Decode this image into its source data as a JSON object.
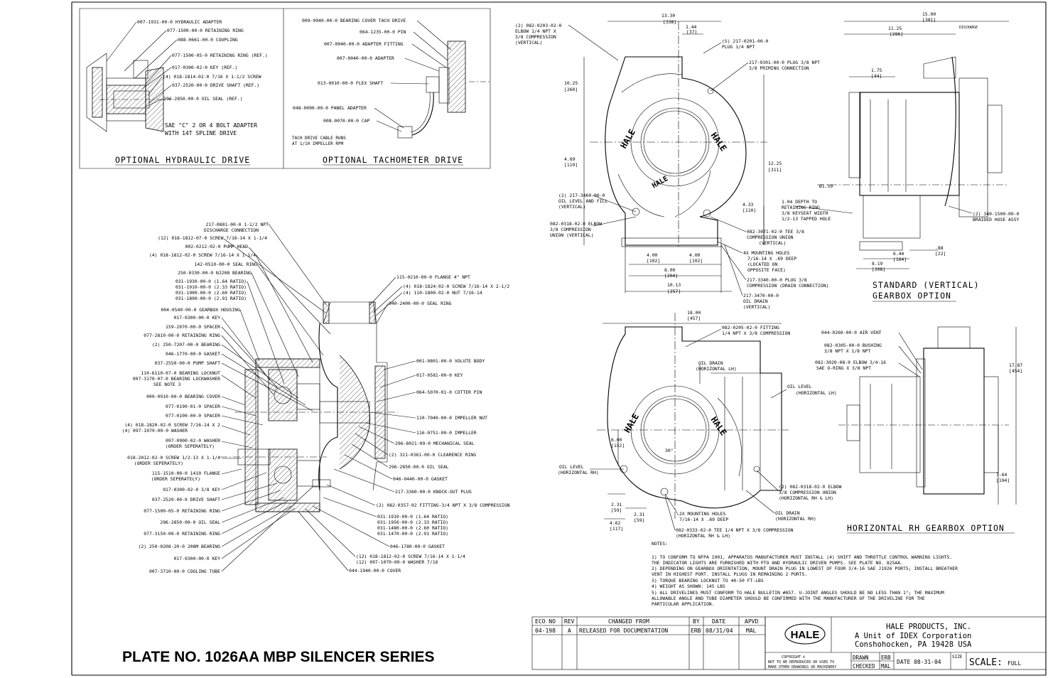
{
  "hydraulic": {
    "title": "OPTIONAL HYDRAULIC DRIVE",
    "labels": [
      "007-1931-00-0 HYDRAULIC ADAPTER",
      "077-1500-00-0 RETAINING RING",
      "088-0661-00-0 COUPLING",
      "077-1500-05-0 RETAINING RING (REF.)",
      "017-0300-02-0 KEY (REF.)",
      "(4) 018-1814-02-0 7/16 X 1-1/2 SCREW",
      "037-2520-00-0 DRIVE SHAFT (REF.)",
      "296-2850-00-0 OIL SEAL (REF.)"
    ],
    "note1": "SAE \"C\" 2 OR 4 BOLT ADAPTER",
    "note2": "WITH 14T SPLINE DRIVE"
  },
  "tach": {
    "title": "OPTIONAL TACHOMETER DRIVE",
    "labels": [
      "009-0940-00-0 BEARING COVER TACH DRIVE",
      "064-1235-00-0 PIN",
      "007-0040-00-0 ADAPTER FITTING",
      "007-0040-00-0 ADAPTER",
      "013-0010-00-0 FLEX SHAFT",
      "048-0090-00-0 PANEL ADAPTER",
      "008-0070-00-0 CAP"
    ],
    "note1": "TACH DRIVE CABLE RUNS",
    "note2": "AT 1/10 IMPELLER RPM"
  },
  "section_left": [
    "217-0801-00-0 1-1/2 NPT",
    "DISCHARGE CONNECTION",
    "(12) 018-1812-07-0 SCREW 7/16-14 X 1-1/4",
    "002-0212-02-0 PUMP HEAD",
    "(4) 018-1812-02-0 SCREW 7/16-14 X 1-1/4",
    "142-0510-00-0 SEAL RING",
    "250-0330-00-0 NJ208 BEARING",
    "031-1930-00-0 (1.64 RATIO)",
    "031-1910-00-0 (2.33 RATIO)",
    "031-1900-00-0 (2.60 RATIO)",
    "031-1890-00-0 (2.91 RATIO)",
    "004-0540-00-0 GEARBOX HOUSING",
    "017-0300-00-0 KEY",
    "159-2070-00-0 SPACER",
    "077-2810-00-0 RETAINING RING",
    "(2) 250-7207-00-0 BEARING",
    "046-1770-00-0 GASKET",
    "037-2550-00-0 PUMP SHAFT",
    "110-6110-07-0 BEARING LOCKNUT",
    "007-3170-07-0 BEARING LOCKWASHER",
    "SEE NOTE 3",
    "009-0910-00-0 BEARING COVER",
    "077-0190-01-0 SPACER",
    "077-0100-00-0 SPACER",
    "(4) 018-1820-02-0 SCREW 7/16-14 X 2",
    "(4) 097-1070-00-0 WASHER",
    "097-0900-02-0 WASHER",
    "(ORDER SEPERATELY)",
    "018-2012-02-0 SCREW 1/2-13 X 1-1/4",
    "(ORDER SEPERATELY)",
    "115-1510-00-0 1410 FLANGE",
    "(ORDER SEPERATELY)",
    "017-0300-02-0 3/8 KEY",
    "037-2520-00-0 DRIVE SHAFT",
    "077-1500-05-0 RETAINING RING",
    "296-2850-00-0 OIL SEAL",
    "077-3150-00-0 RETAINING RING",
    "(2) 250-0208-20-0 208M BEARING",
    "017-0300-00-0 KEY",
    "007-3710-00-0 COOLING TUBE"
  ],
  "section_right": [
    "115-0210-00-0 FLANGE 4\" NPT",
    "(4) 018-1824-02-0 SCREW 7/16-14 X 2-1/2",
    "(4) 110-1800-02-0 NUT 7/16-14",
    "040-2400-00-0 SEAL RING",
    "001-0801-00-0 VOLUTE BODY",
    "017-0581-00-0 KEY",
    "064-5070-01-0 COTTER PIN",
    "110-7040-00-0 IMPELLER NUT",
    "116-0751-00-0 IMPELLER",
    "296-8021-09-0 MECHANICAL SEAL",
    "(2) 321-0361-00-0 CLEARENCE RING",
    "296-2850-00-0 OIL SEAL",
    "046-0440-00-0 GASKET",
    "217-3360-00-0 KNOCK-OUT PLUG",
    "(2) 082-0357-02 FITTING-3/4 NPT X 3/8 COMPRESSION",
    "031-1910-00-0 (1.64 RATIO)",
    "031-1950-00-0 (2.33 RATIO)",
    "031-1480-00-0 (2.60 RATIO)",
    "031-1470-00-0 (2.91 RATIO)",
    "046-1780-00-0 GASKET",
    "(12) 018-1812-02-0 SCREW 7/16-14 X 1-1/4",
    "(12) 097-1070-00-0 WASHER 7/16",
    "044-1940-00-0 COVER"
  ],
  "vertical_view": {
    "labels": [
      "(2) 082-0203-02-0",
      "ELBOW 1/4 NPT X",
      "3/8 COMPRESSION",
      "(VERTICAL)",
      "(S) 217-0201-00-0",
      "PLUG 1/4 NPT",
      "217-0301-00-0 PLUG 3/8 NPT",
      "3/8 PRIMING CONNECTION",
      "(2) 217-3460-00-0",
      "OIL LEVEL AND FILL",
      "(VERTICAL)",
      "082-0318-02-0 ELBOW",
      "3/8 COMPRESSION",
      "UNION (VERTICAL)",
      "082-3071-02-0 TEE 3/8",
      "COMPRESSION UNION",
      "(VERTICAL)",
      "4X MOUNTING HOLES",
      "7/16-14 X .69 DEEP",
      "(LOCATED ON",
      "OPPOSITE FACE)",
      "217-3340-00-0 PLUG 3/8",
      "COMPRESSION (DRAIN CONNECTION)",
      "217-3470-00-0",
      "OIL DRAIN",
      "(VERTICAL)"
    ],
    "dims": [
      "13.30",
      "[338]",
      "1.44",
      "[37]",
      "10.25",
      "[260]",
      "4.69",
      "[119]",
      "12.25",
      "[311]",
      "4.33",
      "[110]",
      "4.00",
      "[102]",
      "4.00",
      "[102]",
      "8.00",
      "[204]",
      "10.13",
      "[257]"
    ]
  },
  "vertical_side": {
    "title1": "STANDARD (VERTICAL)",
    "title2": "GEARBOX OPTION",
    "dims": [
      "15.00",
      "[381]",
      "11.25",
      "[286]",
      "1.75",
      "[44]",
      "Ø1.50",
      "6.44",
      "[164]",
      "8.19",
      "[208]",
      ".88",
      "[22]"
    ],
    "labels": [
      "DISCHARGE",
      "1.04 DEPTH TO",
      "RETAINING RING",
      "3/8 KEYSEAT WIDTH",
      "1/2-13 TAPPED HOLE",
      "(2) 340-1500-00-0",
      "BRAIDED HOSE ASSY"
    ]
  },
  "horizontal_view": {
    "labels": [
      "082-0205-02-0 FITTING",
      "1/4 NPT X 3/8 COMPRESSION",
      "OIL DRAIN",
      "(HORIZONTAL LH)",
      "OIL LEVEL",
      "(HORIZONTAL LH)",
      "OIL LEVEL",
      "(HORIZONTAL RH)",
      "(2) 082-0318-02-0 ELBOW",
      "3/8 COMPRESSION UNION",
      "(HORIZONTAL RH & LH)",
      "2X MOUNTING HOLES",
      "7/16-14 X .69 DEEP",
      "OIL DRAIN",
      "(HORIZONTAL RH)",
      "082-0333-02-0 TEE 1/4 NPT X 3/8 COMPRESSION",
      "(HORIZONTAL RH & LH)"
    ],
    "dims": [
      "18.00",
      "[457]",
      "6.00",
      "[152]",
      "30°",
      "2.31",
      "[59]",
      "2.31",
      "[59]",
      "4.62",
      "[117]"
    ]
  },
  "horizontal_side": {
    "title": "HORIZONTAL RH GEARBOX OPTION",
    "labels": [
      "044-0260-00-0 AIR VENT",
      "082-0305-00-0 BUSHING",
      "3/8 NPT X 1/8 NPT",
      "082-3020-08-0 ELBOW 3/4-16",
      "SAE O-RING X 3/8 NPT"
    ],
    "dims": [
      "17.87",
      "[454]",
      "7.64",
      "[194]"
    ]
  },
  "notes": [
    "NOTES:",
    "1) TO CONFORM TO NFPA 1901, APPARATUS MANUFACTURER MUST INSTALL (4) SHIFT AND THROTTLE CONTROL WARNING LIGHTS.",
    "   THE INDICATOR LIGHTS ARE FURNISHED WITH PTO AND HYDRAULIC DRIVEN PUMPS. SEE PLATE NO. 825AA.",
    "2) DEPENDING ON GEARBOX ORIENTATION, MOUNT DRAIN PLUG IN LOWEST OF FOUR 3/4-16 SAE J1926 PORTS; INSTALL BREATHER",
    "   VENT IN HIGHEST PORT.  INSTALL PLUGS IN REMAINING 2 PORTS.",
    "3) TORQUE BEARING LOCKNUT TO 40-50 FT-LBS",
    "4) WEIGHT AS SHOWN: 145 LBS",
    "5) ALL DRIVELINES MUST CONFORM TO HALE BULLETIN #857.  U-JOINT ANGLES SHOULD BE NO LESS THAN 1°; THE MAXIMUM",
    "   ALLOWABLE ANGLE AND TUBE DIAMETER SHOULD BE CONFIRMED WITH THE MANUFACTURER OF THE DRIVELINE FOR THE",
    "   PARTICULAR APPLICATION."
  ],
  "revision": {
    "headers": [
      "ECO NO",
      "REV",
      "CHANGED FROM",
      "BY",
      "DATE",
      "APVD"
    ],
    "row": [
      "04-198",
      "A",
      "RELEASED FOR DOCUMENTATION",
      "ERB",
      "08/31/04",
      "MAL"
    ]
  },
  "titleblock": {
    "logo": "HALE",
    "company1": "HALE PRODUCTS, INC.",
    "company2": "A Unit of IDEX Corporation",
    "company3": "Conshohocken, PA 19428 USA",
    "copyright1": "COPYRIGHT ©",
    "copyright2": "NOT TO BE REPRODUCED OR USED TO",
    "copyright3": "MAKE OTHER DRAWINGS OR MACHINERY",
    "drawn_label": "DRAWN",
    "drawn_by": "ERB",
    "checked_label": "CHECKED",
    "checked_by": "MAL",
    "date_label": "DATE 08-31-04",
    "size_label": "SIZE",
    "scale_label": "SCALE:",
    "scale_value": "FULL"
  },
  "plate_title": "PLATE NO. 1026AA MBP SILENCER SERIES"
}
